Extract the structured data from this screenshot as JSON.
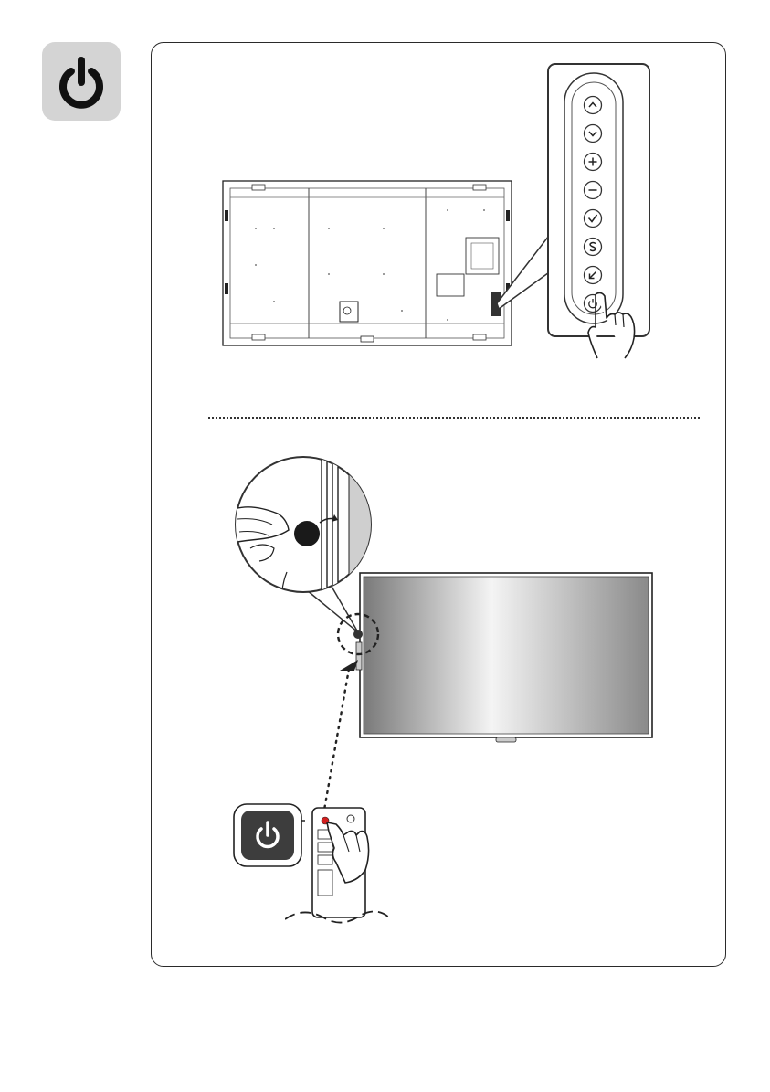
{
  "header": {
    "icon": "power-icon"
  },
  "back_view": {
    "description_icon": "tv-back-panel",
    "joystick_buttons": [
      {
        "icon": "chevron-up-icon"
      },
      {
        "icon": "chevron-down-icon"
      },
      {
        "icon": "plus-icon"
      },
      {
        "icon": "minus-icon"
      },
      {
        "icon": "check-icon"
      },
      {
        "icon": "settings-s-icon"
      },
      {
        "icon": "exit-arrow-icon"
      },
      {
        "icon": "power-icon"
      }
    ],
    "button_labels": [
      "^",
      "v",
      "+",
      "–",
      "✓",
      "S",
      "↙",
      "⏻"
    ]
  },
  "front_view": {
    "screen_gradient_start": "#7a7a7a",
    "screen_gradient_mid": "#f2f2f2",
    "screen_gradient_end": "#8a8a8a"
  },
  "remote": {
    "highlight_color": "#d21f1f",
    "badge_color": "#3d3d3d",
    "icon": "power-icon"
  }
}
